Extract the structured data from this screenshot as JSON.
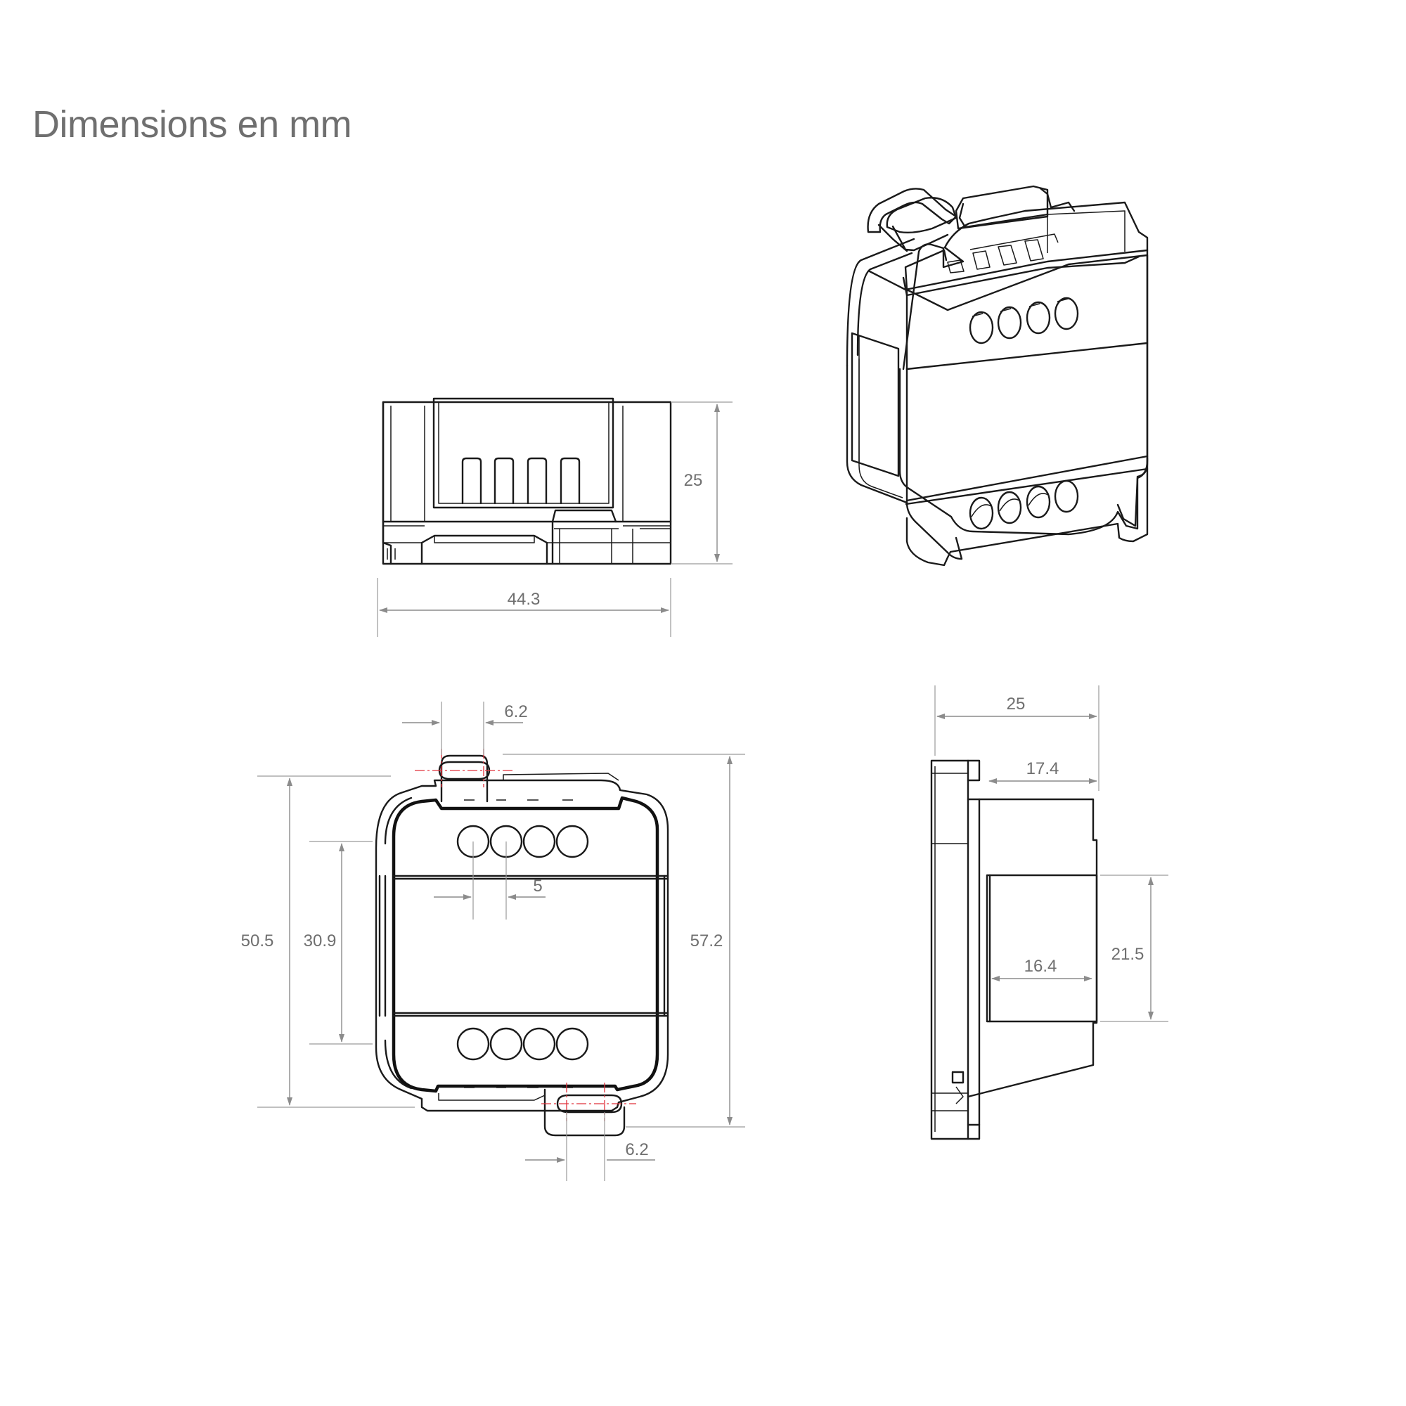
{
  "title": "Dimensions en mm",
  "colors": {
    "outline": "#1a1a1a",
    "dimension": "#8c8c8c",
    "text": "#6f6f6f",
    "centerline": "#e0303a"
  },
  "views": {
    "front": {
      "height_label": "25",
      "width_label": "44.3"
    },
    "top": {
      "tab_width_top_label": "6.2",
      "tab_width_bottom_label": "6.2",
      "hole_pitch_label": "5",
      "body_height_label": "50.5",
      "hole_spacing_label": "30.9",
      "overall_height_label": "57.2"
    },
    "side": {
      "overall_depth_label": "25",
      "body_depth_label": "17.4",
      "label_window_width_label": "16.4",
      "label_window_height_label": "21.5"
    }
  }
}
